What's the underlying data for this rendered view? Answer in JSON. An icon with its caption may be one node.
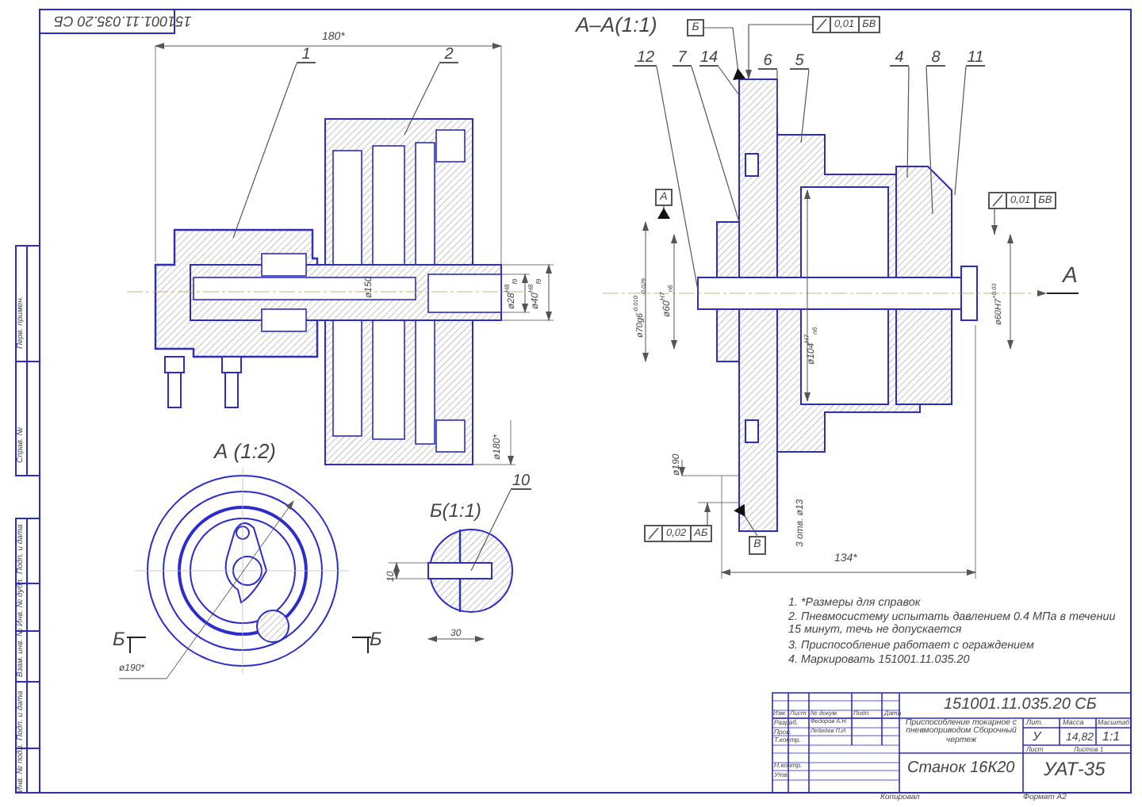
{
  "diagram": {
    "nodes": [
      {
        "text": [
          "1"
        ]
      },
      {
        "text": [
          "2"
        ]
      },
      {
        "text": [
          "10"
        ]
      },
      {
        "text": [
          "12"
        ]
      },
      {
        "text": [
          "7"
        ]
      },
      {
        "text": [
          "14"
        ]
      },
      {
        "text": [
          "6"
        ]
      },
      {
        "text": [
          "5"
        ]
      },
      {
        "text": [
          "4"
        ]
      },
      {
        "text": [
          "8"
        ]
      },
      {
        "text": [
          "11"
        ]
      },
      {
        "text": [
          "Б"
        ]
      },
      {
        "text": [
          "0,01",
          "БВ"
        ]
      },
      {
        "text": [
          "А"
        ]
      },
      {
        "text": [
          "0,01",
          "БВ"
        ]
      },
      {
        "text": [
          "0,02",
          "АБ"
        ]
      },
      {
        "text": [
          "В"
        ]
      },
      {
        "text": [],
        "shape": "box"
      }
    ],
    "edges": [
      {
        "from": 0,
        "to": null,
        "arrow": "none"
      },
      {
        "from": 1,
        "to": null,
        "arrow": "none"
      },
      {
        "from": 2,
        "to": null,
        "arrow": "none"
      },
      {
        "from": 3,
        "to": null,
        "arrow": "none"
      },
      {
        "from": 4,
        "to": 17,
        "arrow": "none"
      },
      {
        "from": 5,
        "to": 17,
        "arrow": "none"
      },
      {
        "from": 6,
        "to": 17,
        "arrow": "none"
      },
      {
        "from": 7,
        "to": null,
        "arrow": "none"
      },
      {
        "from": 8,
        "to": null,
        "arrow": "none"
      },
      {
        "from": 9,
        "to": null,
        "arrow": "none"
      },
      {
        "from": 10,
        "to": null,
        "arrow": "none"
      },
      {
        "from": 11,
        "to": 17,
        "arrow": "other"
      },
      {
        "from": 12,
        "to": 17,
        "arrow": "to"
      },
      {
        "from": 13,
        "to": null,
        "arrow": "other"
      },
      {
        "from": 14,
        "to": null,
        "arrow": "to"
      },
      {
        "from": 15,
        "to": null,
        "arrow": "to"
      },
      {
        "from": 16,
        "to": 17,
        "arrow": "other"
      }
    ],
    "labels": [
      "151001.11.035.20 СБ",
      "180*",
      "ø150",
      "ø28$^{H8}$$_{f9}$",
      "ø40$^{H8}$$_{f9}$",
      "А (1:2)",
      "ø180*",
      "Б",
      "Б",
      "ø190*",
      "Б(1:1)",
      "10",
      "30",
      "А–А(1:1)",
      "ø70g6$^{-0.010}$$_{-0.029}$",
      "ø60$^{H7}$$_{n6}$",
      "ø104$^{H7}$$_{n6}$",
      "ø60H7$^{+0.03}$",
      "А",
      "ø190",
      "3 отв. ø13",
      "134*",
      "1. *Размеры для справок",
      "2. Пневмосистему испытать давлением 0.4 МПа в течении 15 минут, течь не допускается",
      "3. Приспособление работает с ограждением",
      "4. Маркировать 151001.11.035.20",
      "151001.11.035.20 СБ",
      "Изм.",
      "Лист",
      "№ докум.",
      "Подп.",
      "Дата",
      "Разраб.",
      "Пров.",
      "Т.контр.",
      "Н.контр.",
      "Утв.",
      "Федоров А.Н.",
      "Лебедев П.И.",
      "Приспособление токарное с пневмоприводом Сборочный чертеж",
      "Лит.",
      "Масса",
      "Масштаб",
      "У",
      "14,82",
      "1:1",
      "Лист",
      "Листов 1",
      "Станок 16К20",
      "УАТ-35",
      "Копировал",
      "Формат A2",
      "Перв. примен.",
      "Справ. №",
      "Подп. и дата",
      "Инв. № дубл.",
      "Взам. инв. №",
      "Подп. и дата",
      "Инв. № подл."
    ]
  }
}
